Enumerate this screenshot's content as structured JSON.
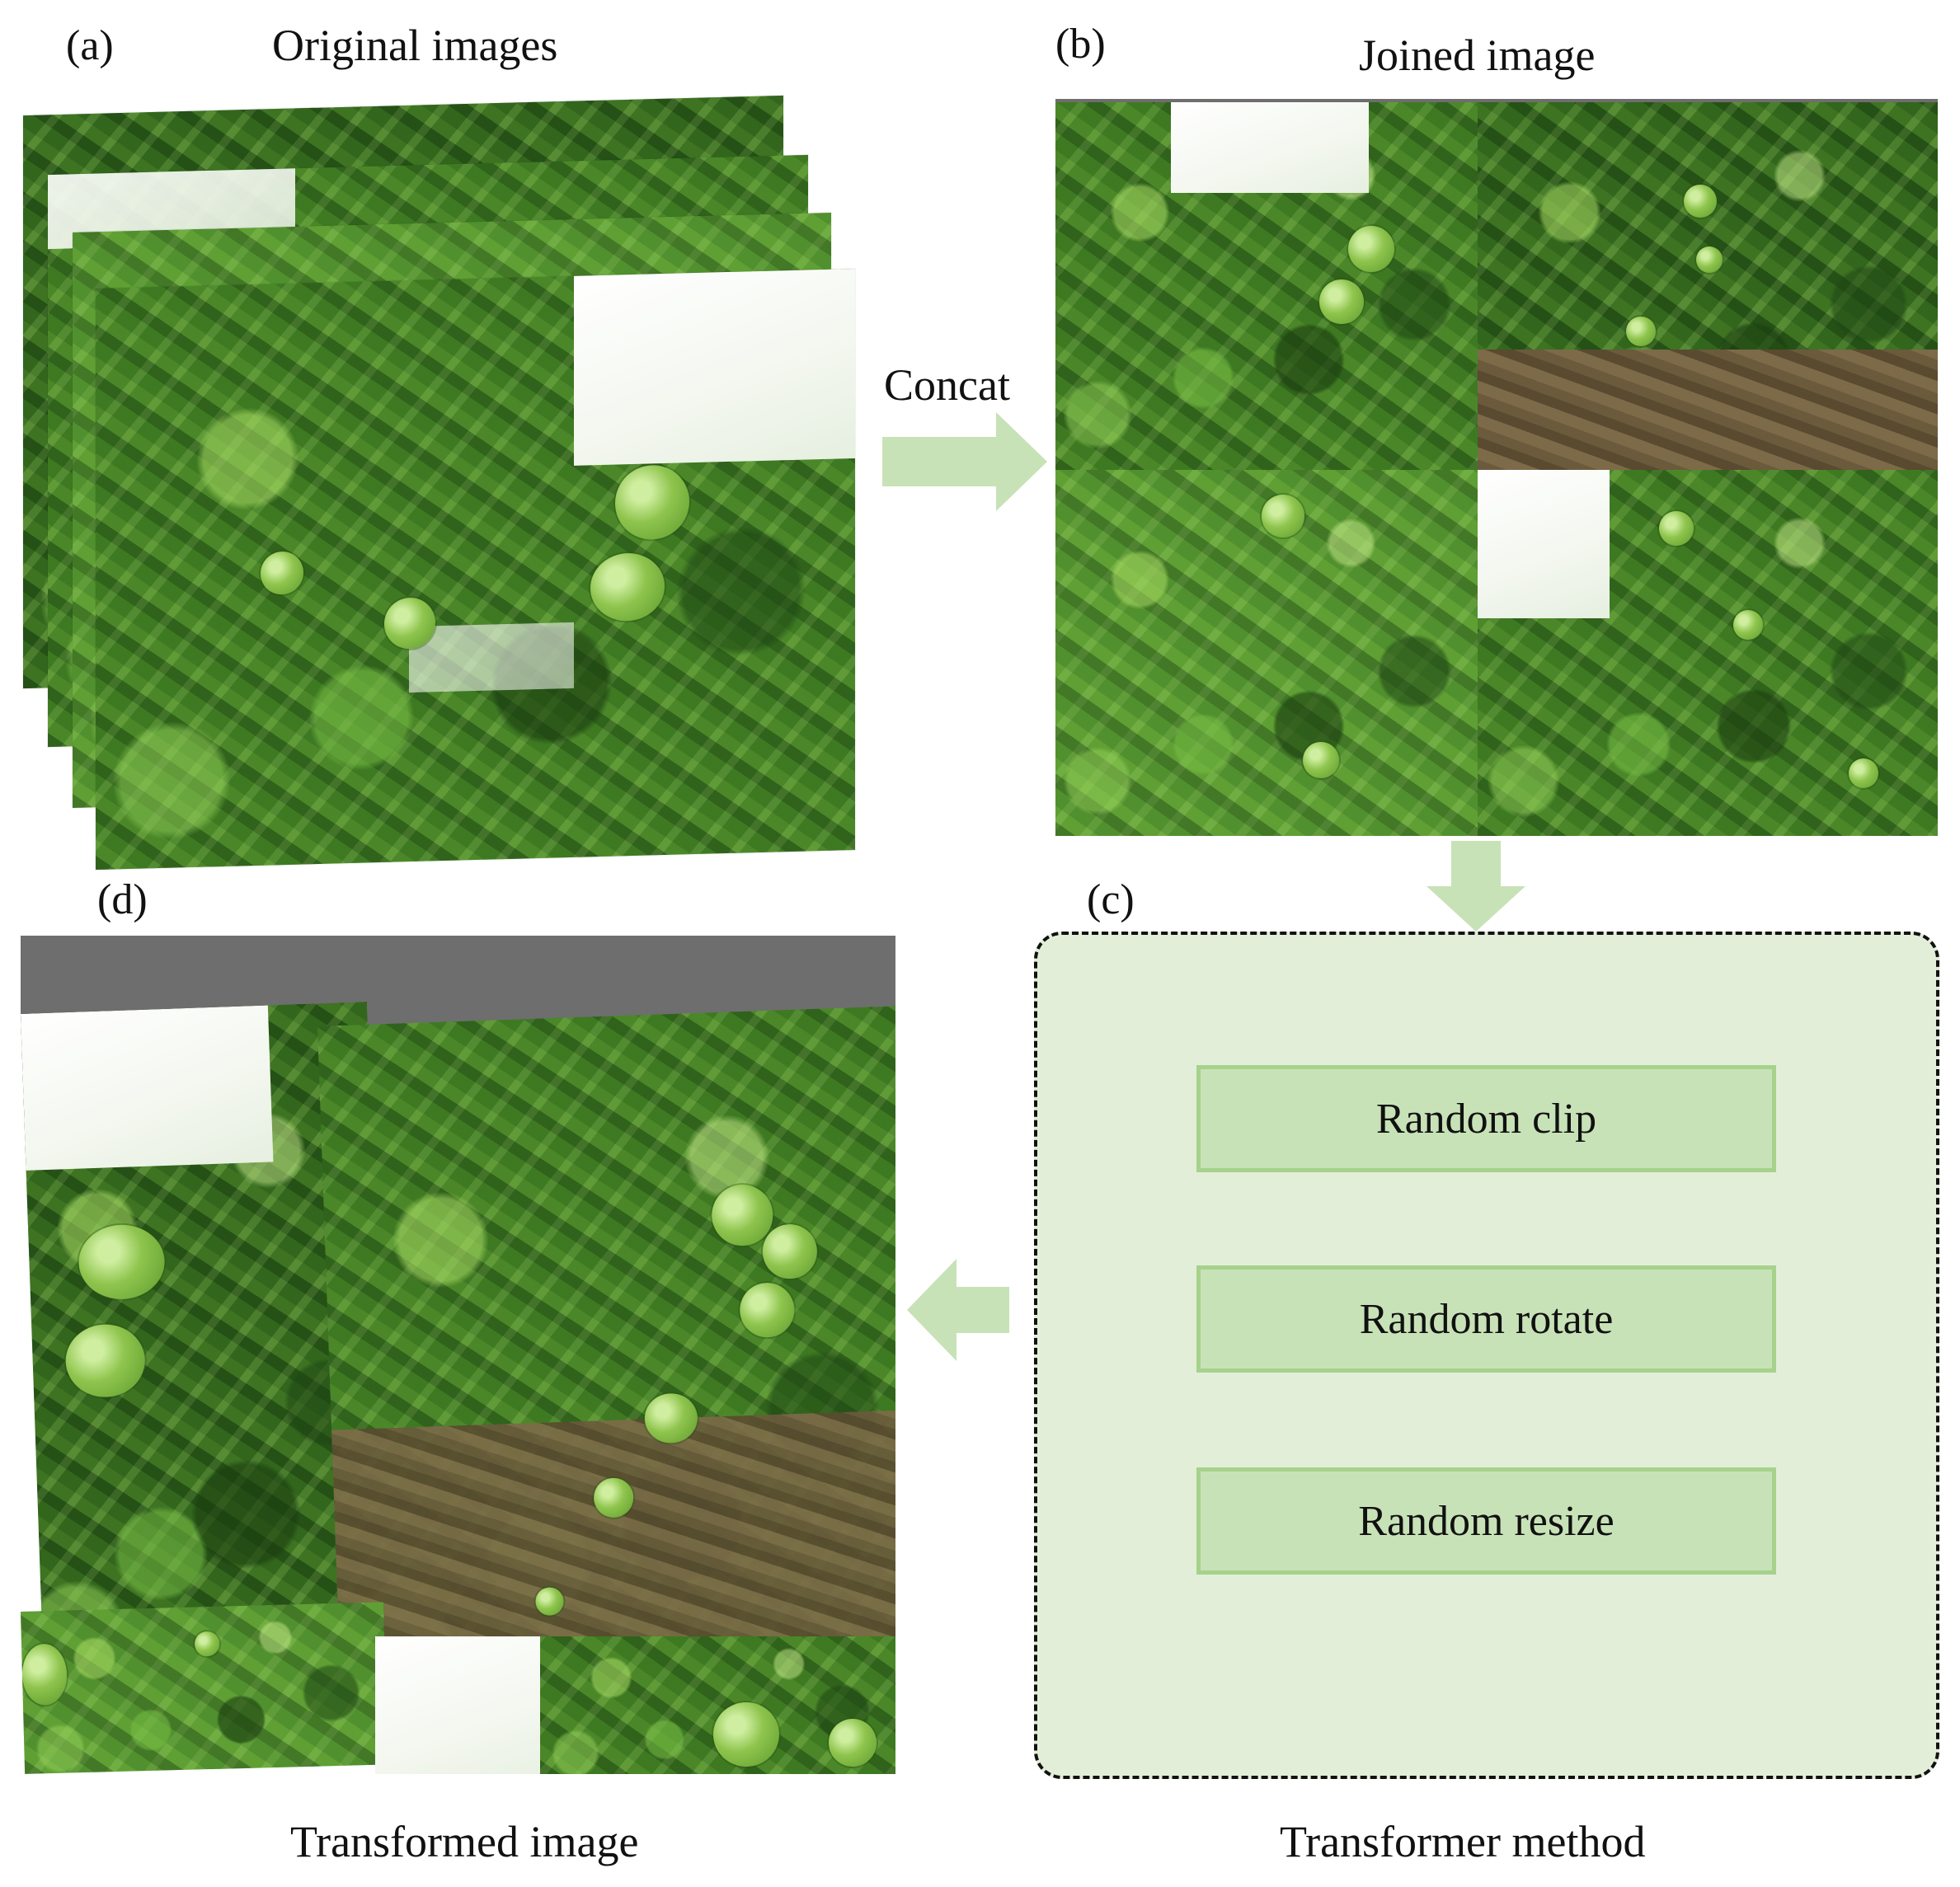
{
  "panels": {
    "a": {
      "tag": "(a)",
      "title": "Original images"
    },
    "b": {
      "tag": "(b)",
      "title": "Joined image"
    },
    "c": {
      "tag": "(c)",
      "title": "Transformer method"
    },
    "d": {
      "tag": "(d)",
      "title": "Transformed image"
    }
  },
  "arrow_label": "Concat",
  "methods": [
    "Random clip",
    "Random rotate",
    "Random resize"
  ],
  "colors": {
    "arrow": "#c8e2b7",
    "panel_fill": "#e3eed9",
    "button_fill": "#c8e2b7",
    "button_border": "#a6d28c",
    "gray_band": "#6e6e6e"
  }
}
